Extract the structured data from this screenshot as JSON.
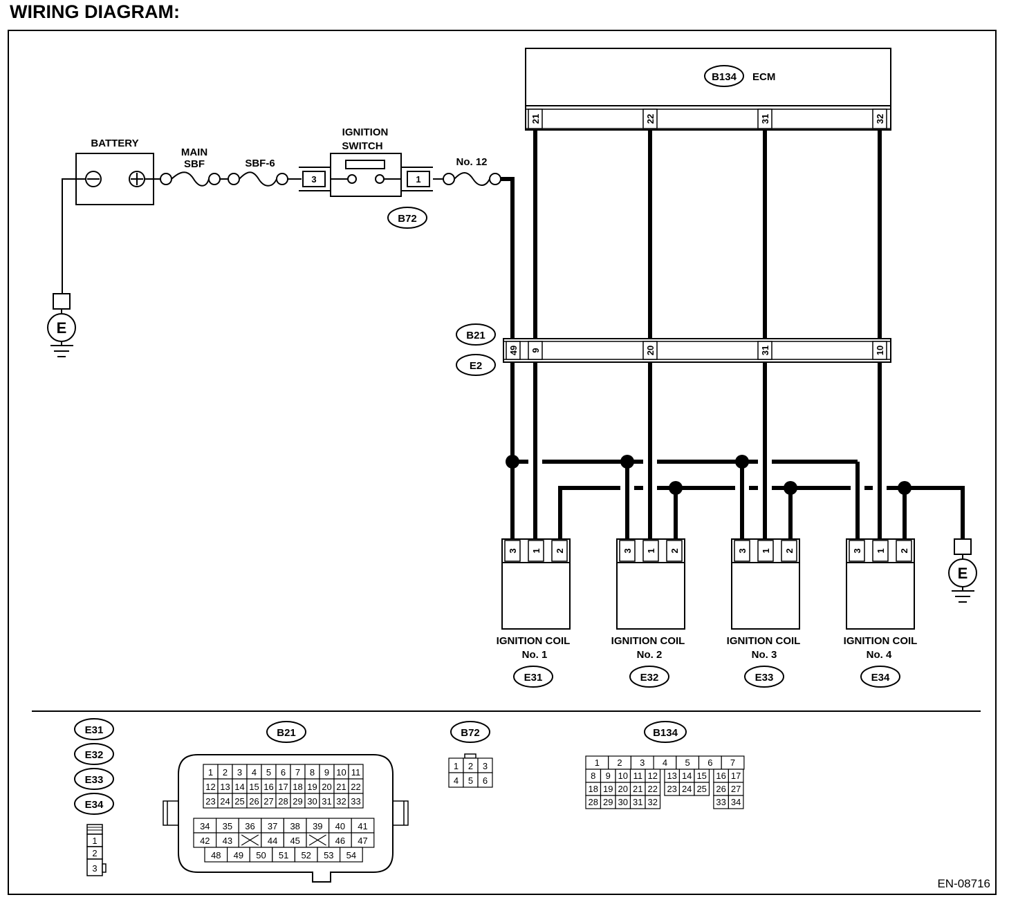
{
  "title": "WIRING DIAGRAM:",
  "figure_code": "EN-08716",
  "components": {
    "ecm": {
      "connector": "B134",
      "label": "ECM",
      "pins": [
        "21",
        "22",
        "31",
        "32"
      ]
    },
    "battery": {
      "label": "BATTERY"
    },
    "main_sbf": {
      "label_line1": "MAIN",
      "label_line2": "SBF"
    },
    "sbf6": {
      "label": "SBF-6"
    },
    "ignition_switch": {
      "label_line1": "IGNITION",
      "label_line2": "SWITCH",
      "connector": "B72",
      "pin_in": "3",
      "pin_out": "1"
    },
    "fuse": {
      "label": "No. 12"
    },
    "ground_symbol": "E",
    "joint_connector": {
      "connectors": [
        "B21",
        "E2"
      ],
      "pins": [
        "49",
        "9",
        "20",
        "31",
        "10"
      ]
    },
    "coils": [
      {
        "label_line1": "IGNITION COIL",
        "label_line2": "No. 1",
        "connector": "E31"
      },
      {
        "label_line1": "IGNITION COIL",
        "label_line2": "No. 2",
        "connector": "E32"
      },
      {
        "label_line1": "IGNITION COIL",
        "label_line2": "No. 3",
        "connector": "E33"
      },
      {
        "label_line1": "IGNITION COIL",
        "label_line2": "No. 4",
        "connector": "E34"
      }
    ],
    "coil_pins": [
      "3",
      "1",
      "2"
    ]
  },
  "connector_views": {
    "coil_group": {
      "connectors": [
        "E31",
        "E32",
        "E33",
        "E34"
      ],
      "pins": [
        "1",
        "2",
        "3"
      ]
    },
    "b21": {
      "label": "B21",
      "rows": [
        [
          "1",
          "2",
          "3",
          "4",
          "5",
          "6",
          "7",
          "8",
          "9",
          "10",
          "11"
        ],
        [
          "12",
          "13",
          "14",
          "15",
          "16",
          "17",
          "18",
          "19",
          "20",
          "21",
          "22"
        ],
        [
          "23",
          "24",
          "25",
          "26",
          "27",
          "28",
          "29",
          "30",
          "31",
          "32",
          "33"
        ],
        [
          "34",
          "35",
          "36",
          "37",
          "38",
          "39",
          "40",
          "41"
        ],
        [
          "42",
          "43",
          "",
          "44",
          "45",
          "",
          "46",
          "47"
        ],
        [
          "48",
          "49",
          "50",
          "51",
          "52",
          "53",
          "54"
        ]
      ]
    },
    "b72": {
      "label": "B72",
      "rows": [
        [
          "1",
          "2",
          "3"
        ],
        [
          "4",
          "5",
          "6"
        ]
      ]
    },
    "b134": {
      "label": "B134",
      "rows": [
        [
          "1",
          "2",
          "3",
          "4",
          "5",
          "6",
          "7"
        ],
        [
          "8",
          "9",
          "10",
          "11",
          "12",
          "13",
          "14",
          "15",
          "16",
          "17"
        ],
        [
          "18",
          "19",
          "20",
          "21",
          "22",
          "23",
          "24",
          "25",
          "26",
          "27"
        ],
        [
          "28",
          "29",
          "30",
          "31",
          "32",
          "33",
          "34"
        ]
      ]
    }
  }
}
